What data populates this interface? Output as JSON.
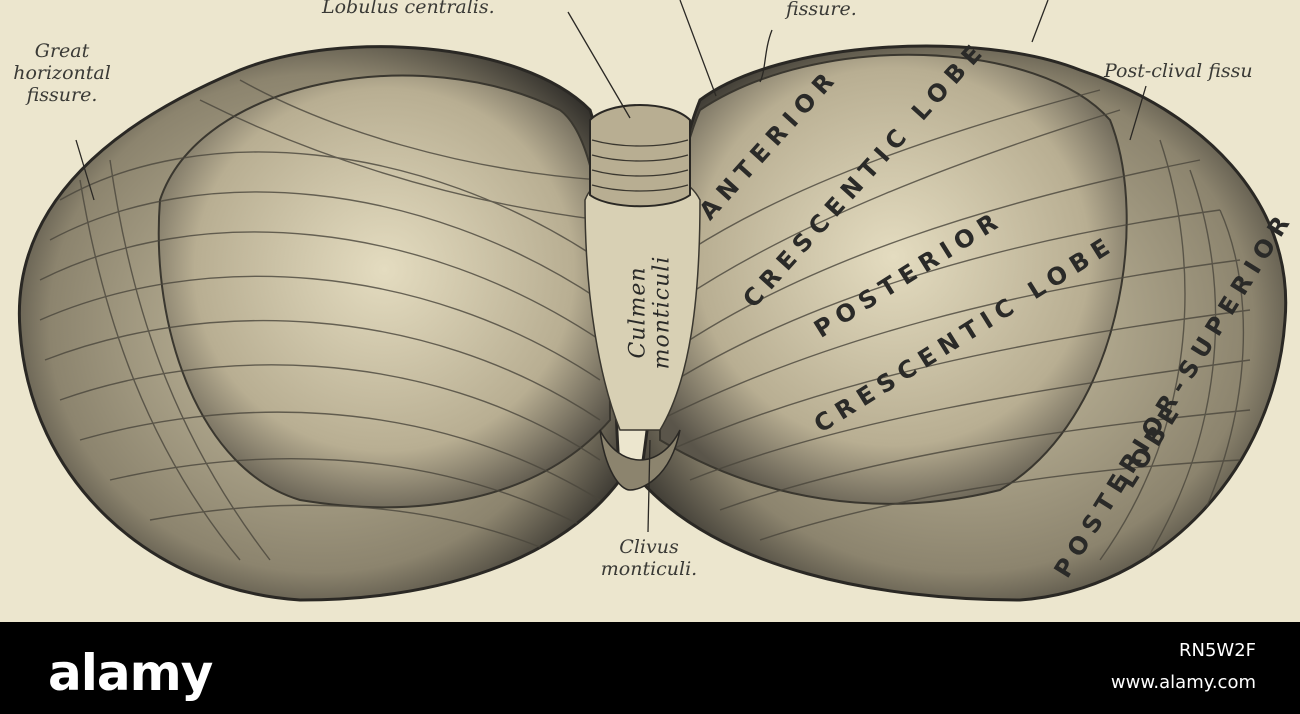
{
  "labels": {
    "lobulus_centralis": "Lobulus centralis.",
    "fissure_top": "fissure.",
    "great_horizontal_1": "Great",
    "great_horizontal_2": "horizontal",
    "great_horizontal_3": "fissure.",
    "post_clival": "Post-clival fissu",
    "clivus_1": "Clivus",
    "clivus_2": "monticuli."
  },
  "regions": {
    "culmen_1": "Culmen",
    "culmen_2": "monticuli",
    "anterior": "ANTERIOR",
    "ant_crescentic": "CRESCENTIC LOBE",
    "posterior": "POSTERIOR",
    "post_crescentic": "CRESCENTIC LOBE",
    "posterior_superior": "POSTERIOR-SUPERIOR",
    "ps_lobe": "LOBE"
  },
  "footer": {
    "brand": "alamy",
    "image_id": "RN5W2F",
    "url": "www.alamy.com"
  },
  "colors": {
    "paper": "#ece6ce",
    "ink": "#2a2a28",
    "footer_bg": "#000000"
  }
}
